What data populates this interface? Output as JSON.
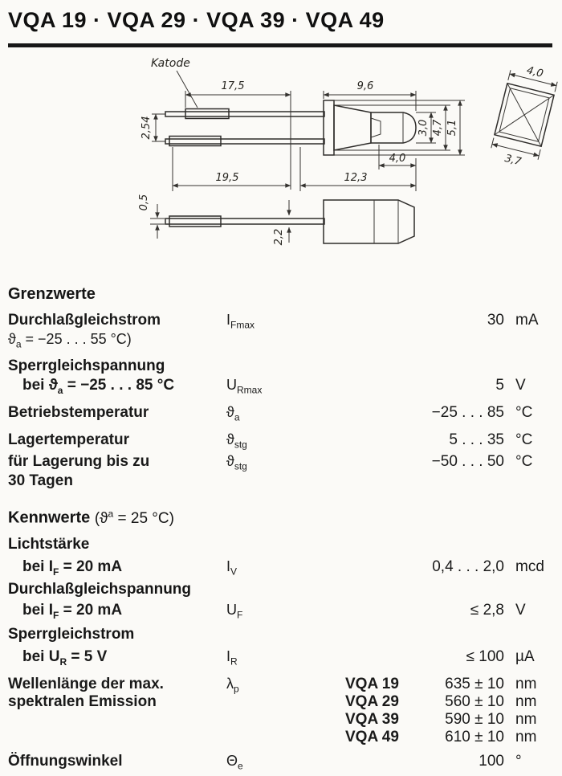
{
  "title": "VQA 19 · VQA 29 · VQA 39 · VQA 49",
  "drawing": {
    "katode": "Katode",
    "dim_lead_free_len": "17,5",
    "dim_body_len": "9,6",
    "dim_face_w": "4,0",
    "dim_lead_pitch": "2,54",
    "dim_lens_dia": "3,0",
    "dim_body_dia": "4,7",
    "dim_flange_dia": "5,1",
    "dim_lens_len": "4,0",
    "dim_total_lead": "19,5",
    "dim_total_body": "12,3",
    "dim_face_h": "3,7",
    "dim_lead_thk": "0,5",
    "dim_lead_w": "2,2"
  },
  "grenzwerte": {
    "heading": "Grenzwerte",
    "durchlass": {
      "label": "Durchlaßgleichstrom",
      "cond_pre": "ϑ",
      "cond_sub": "a",
      "cond_post": " = −25 . . . 55 °C)",
      "sym": "I",
      "sym_sub": "Fmax",
      "value": "30",
      "unit": "mA"
    },
    "sperr_heading": "Sperrgleichspannung",
    "sperr": {
      "label_pre": "bei ϑ",
      "label_sub": "a",
      "label_post": " = −25 . . . 85 °C",
      "sym": "U",
      "sym_sub": "Rmax",
      "value": "5",
      "unit": "V"
    },
    "betrieb": {
      "label": "Betriebstemperatur",
      "sym": "ϑ",
      "sym_sub": "a",
      "value": "−25 . . . 85",
      "unit": "°C"
    },
    "lager": {
      "label": "Lagertemperatur",
      "sym": "ϑ",
      "sym_sub": "stg",
      "value": "5 . . . 35",
      "unit": "°C"
    },
    "lager2": {
      "label": "für Lagerung bis zu",
      "label2": "30 Tagen",
      "sym": "ϑ",
      "sym_sub": "stg",
      "value": "−50 . . . 50",
      "unit": "°C"
    }
  },
  "kennwerte": {
    "heading": "Kennwerte",
    "heading_cond_pre": "(ϑ",
    "heading_cond_sup": "a",
    "heading_cond_post": " = 25 °C)",
    "licht_heading": "Lichtstärke",
    "licht": {
      "label_pre": "bei I",
      "label_sub": "F",
      "label_post": " = 20 mA",
      "sym": "I",
      "sym_sub": "V",
      "value": "0,4 . . . 2,0",
      "unit": "mcd"
    },
    "uf_heading": "Durchlaßgleichspannung",
    "uf": {
      "label_pre": "bei I",
      "label_sub": "F",
      "label_post": " = 20 mA",
      "sym": "U",
      "sym_sub": "F",
      "value": "≤ 2,8",
      "unit": "V"
    },
    "ir_heading": "Sperrgleichstrom",
    "ir": {
      "label_pre": "bei U",
      "label_sub": "R",
      "label_post": " = 5 V",
      "sym": "I",
      "sym_sub": "R",
      "value": "≤ 100",
      "unit": "µA"
    },
    "wellenlaenge": {
      "label": "Wellenlänge der max.",
      "label2": "spektralen Emission",
      "sym": "λ",
      "sym_sub": "p",
      "entries": [
        {
          "type": "VQA 19",
          "value": "635 ± 10",
          "unit": "nm"
        },
        {
          "type": "VQA 29",
          "value": "560 ± 10",
          "unit": "nm"
        },
        {
          "type": "VQA 39",
          "value": "590 ± 10",
          "unit": "nm"
        },
        {
          "type": "VQA 49",
          "value": "610 ± 10",
          "unit": "nm"
        }
      ]
    },
    "winkel": {
      "label": "Öffnungswinkel",
      "sym": "Θ",
      "sym_sub": "e",
      "value": "100",
      "unit": "°"
    }
  }
}
